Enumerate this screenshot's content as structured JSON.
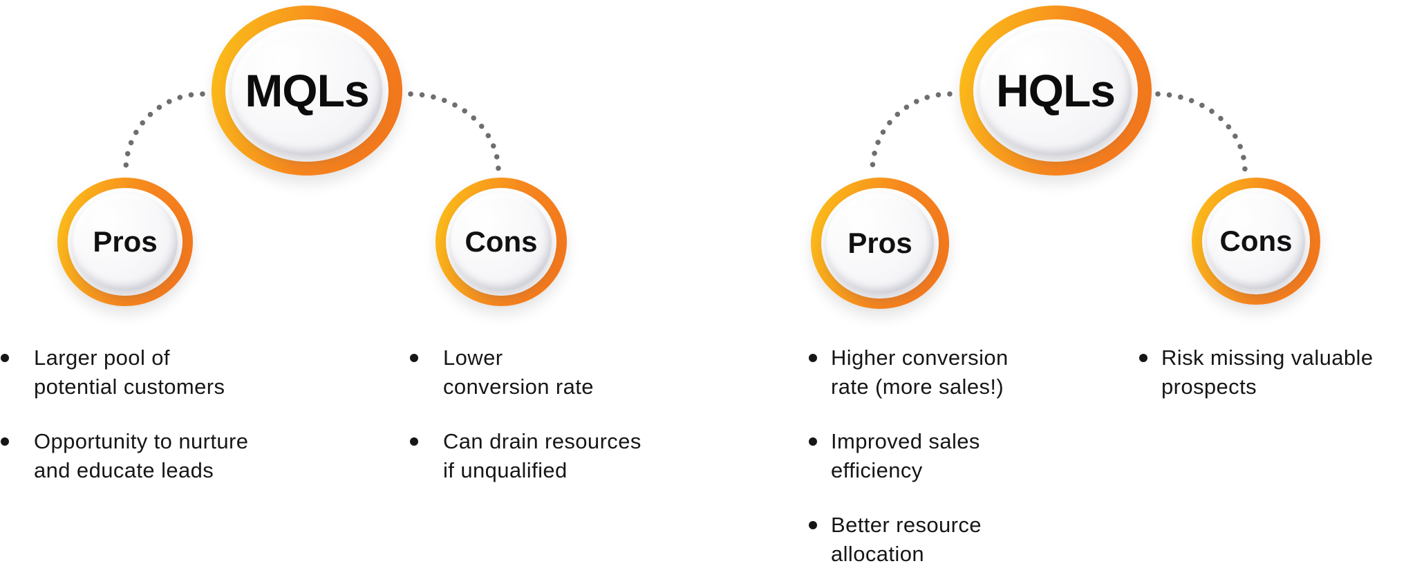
{
  "colors": {
    "ring_yellow": "#FBBD1A",
    "ring_orange": "#F6861E",
    "ring_orange_deep": "#F1731C",
    "dot_gray": "#6E6E6E",
    "text_dark": "#161616"
  },
  "groups": [
    {
      "title": "MQLs",
      "pros": {
        "label": "Pros",
        "items": [
          "Larger pool of\npotential customers",
          "Opportunity to nurture\nand educate leads"
        ]
      },
      "cons": {
        "label": "Cons",
        "items": [
          "Lower\nconversion rate",
          "Can drain resources\nif unqualified"
        ]
      }
    },
    {
      "title": "HQLs",
      "pros": {
        "label": "Pros",
        "items": [
          "Higher conversion\nrate (more sales!)",
          "Improved sales\nefficiency",
          "Better resource\nallocation"
        ]
      },
      "cons": {
        "label": "Cons",
        "items": [
          "Risk missing valuable\nprospects"
        ]
      }
    }
  ]
}
